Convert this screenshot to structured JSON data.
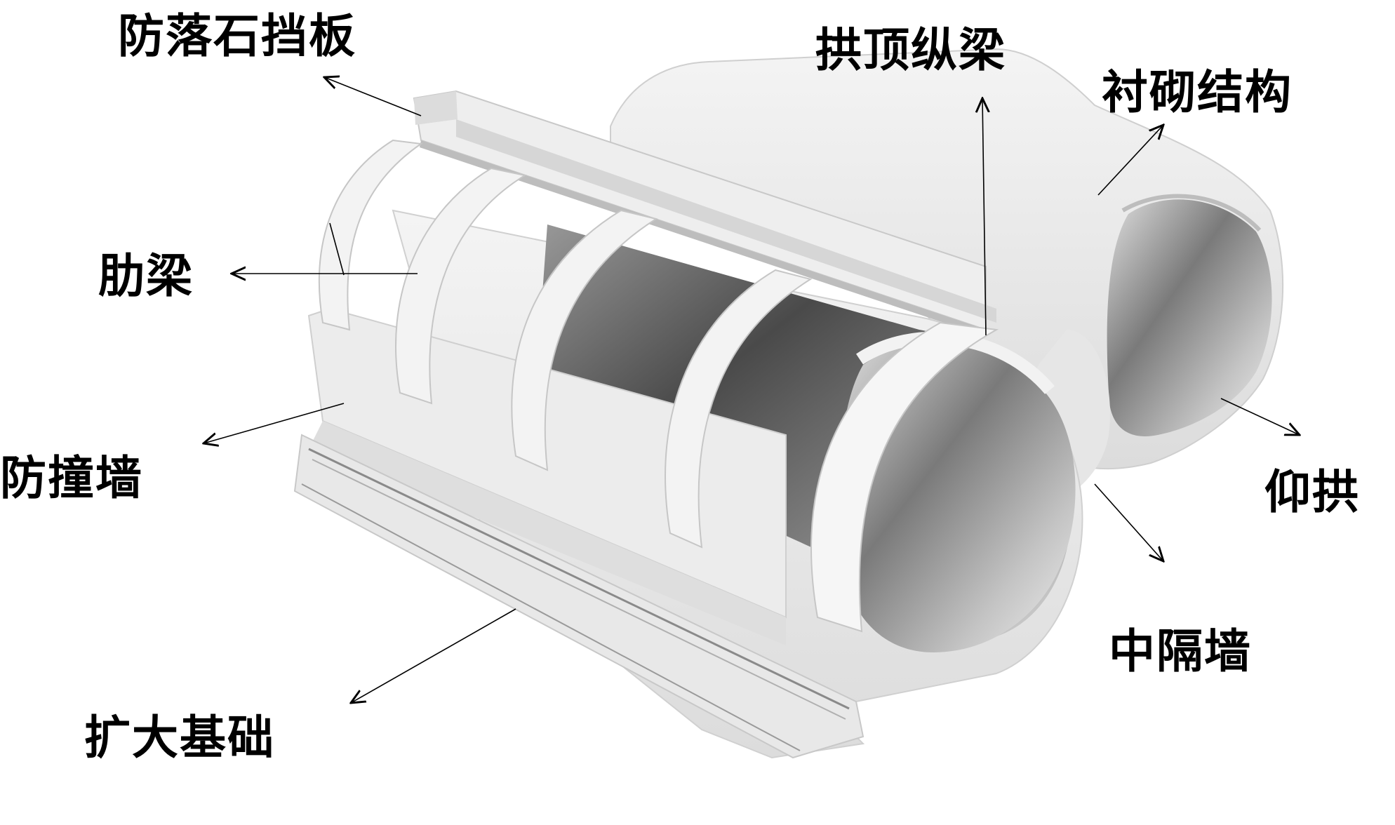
{
  "labels": {
    "rockfall_baffle": "防落石挡板",
    "arch_crown_beam": "拱顶纵梁",
    "lining_structure": "衬砌结构",
    "rib_beam": "肋梁",
    "anti_collision_wall": "防撞墙",
    "invert": "仰拱",
    "middle_partition_wall": "中隔墙",
    "enlarged_foundation": "扩大基础"
  }
}
